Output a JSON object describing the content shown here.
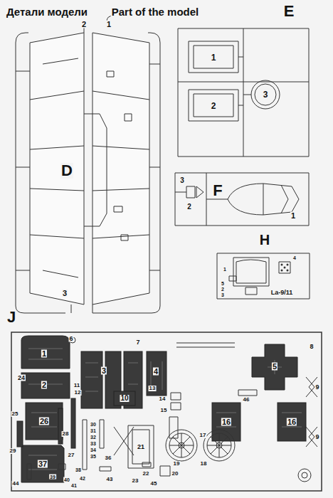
{
  "diagram": {
    "title": "Детали модели",
    "labels": [
      "Part of the model",
      "2",
      "1",
      "D",
      "3",
      "E",
      "1",
      "2",
      "3",
      "F",
      "3",
      "2",
      "1",
      "H",
      "La-9/11",
      "1",
      "4",
      "5",
      "2",
      "3",
      "J",
      "1",
      "6",
      "7",
      "8",
      "24",
      "2",
      "3",
      "4",
      "5",
      "11",
      "12",
      "10",
      "13",
      "14",
      "15",
      "46",
      "9",
      "25",
      "26",
      "28",
      "30",
      "31",
      "32",
      "33",
      "34",
      "35",
      "21",
      "16",
      "16",
      "9",
      "17",
      "18",
      "19",
      "29",
      "27",
      "36",
      "37",
      "38",
      "39",
      "40",
      "41",
      "42",
      "43",
      "44",
      "22",
      "20",
      "23",
      "45"
    ]
  }
}
